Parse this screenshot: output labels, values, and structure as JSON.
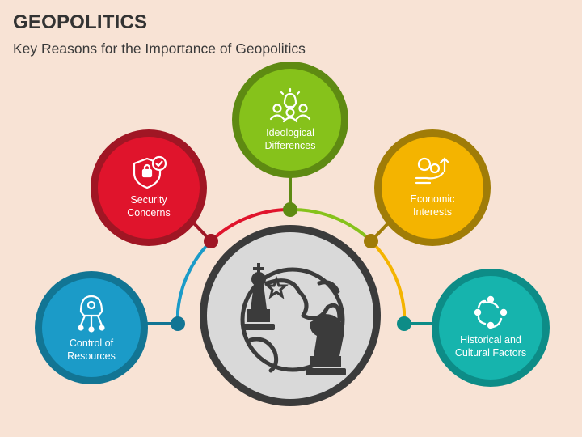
{
  "title": "GEOPOLITICS",
  "subtitle": "Key Reasons for the Importance of Geopolitics",
  "colors": {
    "background": "#f8e3d5",
    "center_fill": "#d9d9d9",
    "center_ring": "#3b3b3b",
    "icon": "#3b3b3b"
  },
  "nodes": [
    {
      "id": "control",
      "label": "Control of\nResources",
      "icon": "network-head-icon",
      "ring": "#127594",
      "fill": "#1b9bc8"
    },
    {
      "id": "security",
      "label": "Security\nConcerns",
      "icon": "shield-lock-icon",
      "ring": "#a01624",
      "fill": "#e0142c"
    },
    {
      "id": "ideological",
      "label": "Ideological\nDifferences",
      "icon": "people-idea-icon",
      "ring": "#5e8a12",
      "fill": "#86c21b"
    },
    {
      "id": "economic",
      "label": "Economic\nInterests",
      "icon": "money-hand-icon",
      "ring": "#a07c07",
      "fill": "#f4b400"
    },
    {
      "id": "historical",
      "label": "Historical and\nCultural Factors",
      "icon": "circular-people-icon",
      "ring": "#0d8c87",
      "fill": "#16b4ad"
    }
  ],
  "center_icon": "globe-chess-icon"
}
